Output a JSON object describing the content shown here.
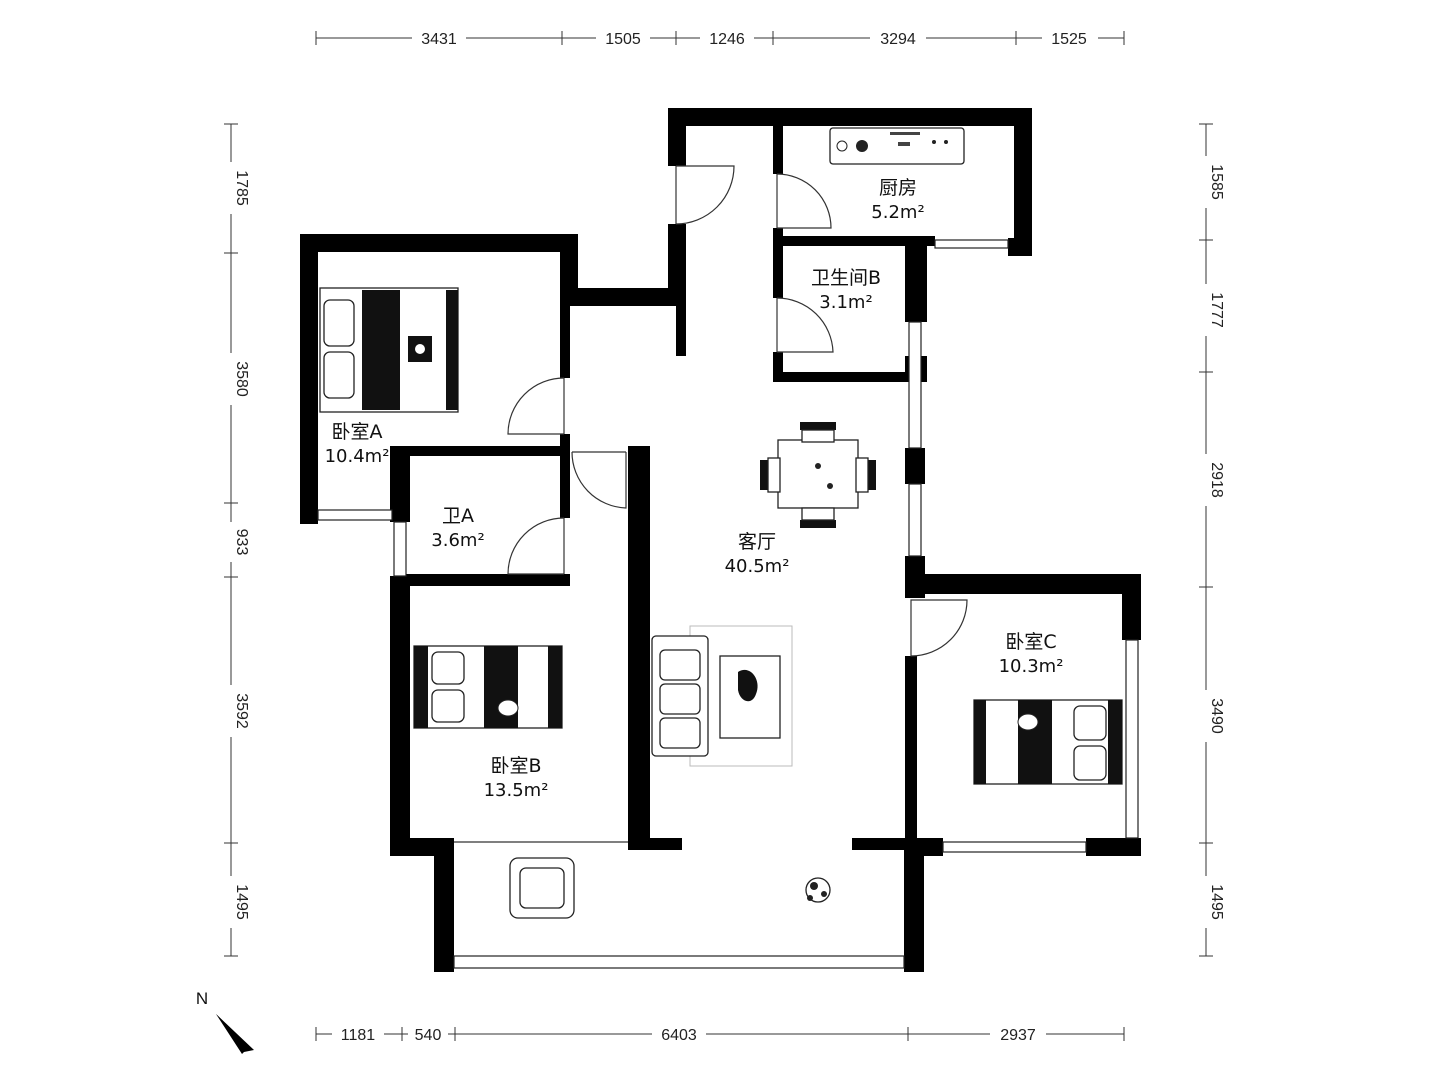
{
  "dimensions": {
    "top": [
      "3431",
      "1505",
      "1246",
      "3294",
      "1525"
    ],
    "bottom": [
      "1181",
      "540",
      "6403",
      "2937"
    ],
    "left": [
      "1785",
      "3580",
      "933",
      "3592",
      "1495"
    ],
    "right": [
      "1585",
      "1777",
      "2918",
      "3490",
      "1495"
    ]
  },
  "rooms": {
    "kitchen": {
      "name": "厨房",
      "area": "5.2m²"
    },
    "bath_b": {
      "name": "卫生间B",
      "area": "3.1m²"
    },
    "bedroom_a": {
      "name": "卧室A",
      "area": "10.4m²"
    },
    "bath_a": {
      "name": "卫A",
      "area": "3.6m²"
    },
    "living": {
      "name": "客厅",
      "area": "40.5m²"
    },
    "bedroom_b": {
      "name": "卧室B",
      "area": "13.5m²"
    },
    "bedroom_c": {
      "name": "卧室C",
      "area": "10.3m²"
    }
  },
  "compass": {
    "label": "N"
  }
}
